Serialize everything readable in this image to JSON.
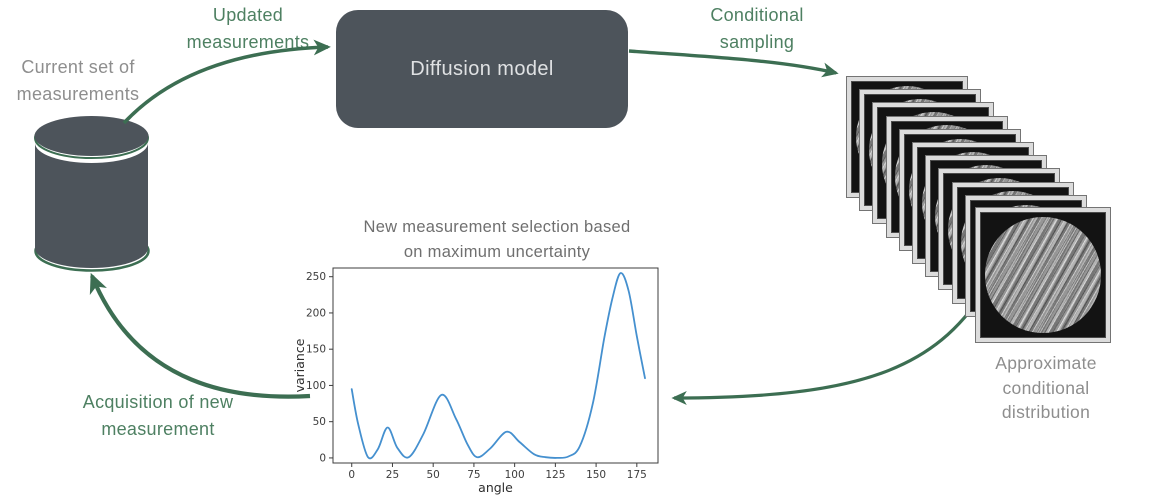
{
  "diagram": {
    "db_label": "Current set of\nmeasurements",
    "model_label": "Diffusion model",
    "stack_label": "Approximate\nconditional distribution",
    "stack_count": 11,
    "arrow_labels": {
      "updated": "Updated\nmeasurements",
      "sampling": "Conditional\nsampling",
      "acquisition": "Acquisition of new\nmeasurement"
    },
    "colors": {
      "arrow_green": "#3c6e52",
      "label_green": "#4e8062",
      "label_gray": "#8e8e8e",
      "node_slate": "#4d545b",
      "node_text": "#dfe1e3"
    }
  },
  "chart_data": {
    "type": "line",
    "title": "New measurement selection based\non maximum uncertainty",
    "xlabel": "angle",
    "ylabel": "variance",
    "x_ticks": [
      0,
      25,
      50,
      75,
      100,
      125,
      150,
      175
    ],
    "y_ticks": [
      0,
      50,
      100,
      150,
      200,
      250
    ],
    "xlim": [
      -11.5,
      188
    ],
    "ylim": [
      -7,
      262
    ],
    "grid": false,
    "legend": false,
    "line_color": "#4590cf",
    "axis_color": "#3c3c3c",
    "series": [
      {
        "name": "variance",
        "points": [
          [
            0,
            95
          ],
          [
            4,
            46
          ],
          [
            10,
            1
          ],
          [
            16,
            12
          ],
          [
            22,
            42
          ],
          [
            28,
            14
          ],
          [
            35,
            1
          ],
          [
            44,
            33
          ],
          [
            55,
            87
          ],
          [
            64,
            54
          ],
          [
            71,
            19
          ],
          [
            77,
            1
          ],
          [
            85,
            13
          ],
          [
            95,
            36
          ],
          [
            103,
            22
          ],
          [
            112,
            5
          ],
          [
            119,
            1
          ],
          [
            126,
            0
          ],
          [
            133,
            2
          ],
          [
            140,
            16
          ],
          [
            148,
            75
          ],
          [
            155,
            165
          ],
          [
            160,
            220
          ],
          [
            165,
            255
          ],
          [
            170,
            230
          ],
          [
            175,
            168
          ],
          [
            180,
            110
          ]
        ]
      }
    ]
  }
}
